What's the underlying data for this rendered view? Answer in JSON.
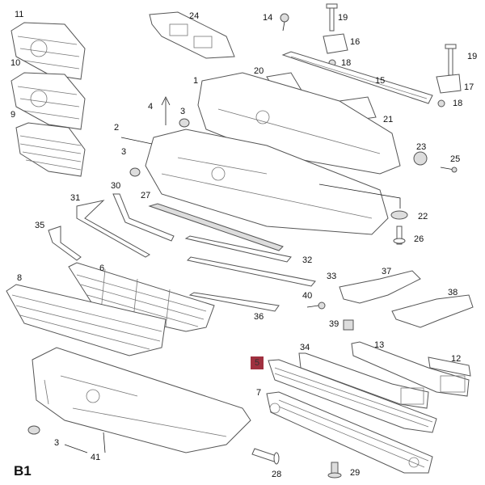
{
  "diagram": {
    "title": "B1",
    "highlighted_part": "5",
    "highlight_color": "#a0303f",
    "callouts": [
      {
        "id": "c11",
        "text": "11"
      },
      {
        "id": "c10",
        "text": "10"
      },
      {
        "id": "c9",
        "text": "9"
      },
      {
        "id": "c24",
        "text": "24"
      },
      {
        "id": "c14",
        "text": "14"
      },
      {
        "id": "c19a",
        "text": "19"
      },
      {
        "id": "c16",
        "text": "16"
      },
      {
        "id": "c18a",
        "text": "18"
      },
      {
        "id": "c19b",
        "text": "19"
      },
      {
        "id": "c15",
        "text": "15"
      },
      {
        "id": "c17",
        "text": "17"
      },
      {
        "id": "c18b",
        "text": "18"
      },
      {
        "id": "c1",
        "text": "1"
      },
      {
        "id": "c20",
        "text": "20"
      },
      {
        "id": "c4",
        "text": "4"
      },
      {
        "id": "c3a",
        "text": "3"
      },
      {
        "id": "c21",
        "text": "21"
      },
      {
        "id": "c2",
        "text": "2"
      },
      {
        "id": "c3b",
        "text": "3"
      },
      {
        "id": "c23",
        "text": "23"
      },
      {
        "id": "c25",
        "text": "25"
      },
      {
        "id": "c31",
        "text": "31"
      },
      {
        "id": "c30",
        "text": "30"
      },
      {
        "id": "c27",
        "text": "27"
      },
      {
        "id": "c22",
        "text": "22"
      },
      {
        "id": "c35",
        "text": "35"
      },
      {
        "id": "c26",
        "text": "26"
      },
      {
        "id": "c32",
        "text": "32"
      },
      {
        "id": "c6",
        "text": "6"
      },
      {
        "id": "c33",
        "text": "33"
      },
      {
        "id": "c37",
        "text": "37"
      },
      {
        "id": "c8",
        "text": "8"
      },
      {
        "id": "c38",
        "text": "38"
      },
      {
        "id": "c40",
        "text": "40"
      },
      {
        "id": "c36",
        "text": "36"
      },
      {
        "id": "c39",
        "text": "39"
      },
      {
        "id": "c34",
        "text": "34"
      },
      {
        "id": "c13",
        "text": "13"
      },
      {
        "id": "c12",
        "text": "12"
      },
      {
        "id": "c5",
        "text": "5"
      },
      {
        "id": "c7",
        "text": "7"
      },
      {
        "id": "c3c",
        "text": "3"
      },
      {
        "id": "c41",
        "text": "41"
      },
      {
        "id": "c28",
        "text": "28"
      },
      {
        "id": "c29",
        "text": "29"
      }
    ]
  }
}
